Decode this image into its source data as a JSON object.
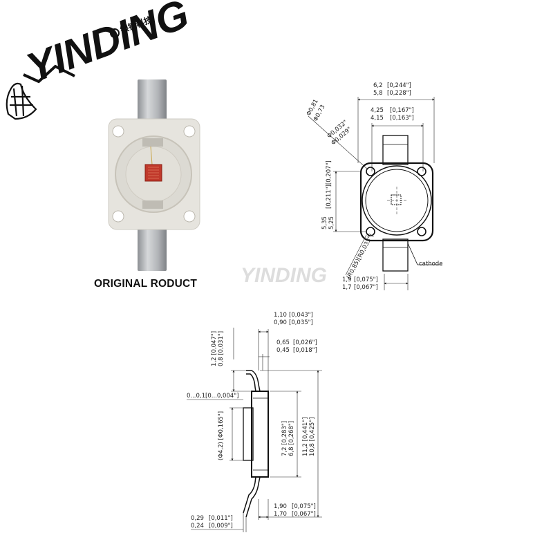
{
  "brand": {
    "name": "YINDING",
    "chinese": "银锭科技",
    "watermark": "YINDING",
    "colors": {
      "brand": "#111111",
      "led_die": "#c0392b",
      "package": "#e6e4de",
      "lead": "#b9bcbf"
    }
  },
  "photo_caption": "ORIGINAL RODUCT",
  "top_view": {
    "width_max": "6,2",
    "width_max_in": "[0,244\"]",
    "width_min": "5,8",
    "width_min_in": "[0,228\"]",
    "lens_max": "4,25",
    "lens_max_in": "[0,167\"]",
    "lens_min": "4,15",
    "lens_min_in": "[0,163\"]",
    "hole_max": "Φ0,81",
    "hole_min": "Φ0,73",
    "hole_in_max": "Φ0,032\"",
    "hole_in_min": "Φ0,029\"",
    "height_max": "5,35",
    "height_min": "5,25",
    "height_in": "[0,211\"][0,207\"]",
    "radius": "(R0,85)[R0,033\"]",
    "lead_max": "1,9",
    "lead_max_in": "[0,075\"]",
    "lead_min": "1,7",
    "lead_min_in": "[0,067\"]",
    "cathode": "cathode"
  },
  "side_view": {
    "t_max": "1,10",
    "t_max_in": "[0,043\"]",
    "t_min": "0,90",
    "t_min_in": "[0,035\"]",
    "s_max": "0,65",
    "s_max_in": "[0,026\"]",
    "s_min": "0,45",
    "s_min_in": "[0,018\"]",
    "bend": "1,2 [0,047\"]",
    "bend2": "0,8 [0,031\"]",
    "flat": "0...0,1[0...0,004\"]",
    "lens_dia": "(Φ4,2) [Φ0,165\"]",
    "body_h": "7,2 [0,283\"]",
    "body_h2": "6,8 [0,268\"]",
    "total_h": "11,2 [0,441\"]",
    "total_h2": "10,8 [0,425\"]",
    "foot_max": "1,90",
    "foot_max_in": "[0,075\"]",
    "foot_min": "1,70",
    "foot_min_in": "[0,067\"]",
    "lead_t_max": "0,29",
    "lead_t_max_in": "[0,011\"]",
    "lead_t_min": "0,24",
    "lead_t_min_in": "[0,009\"]"
  }
}
